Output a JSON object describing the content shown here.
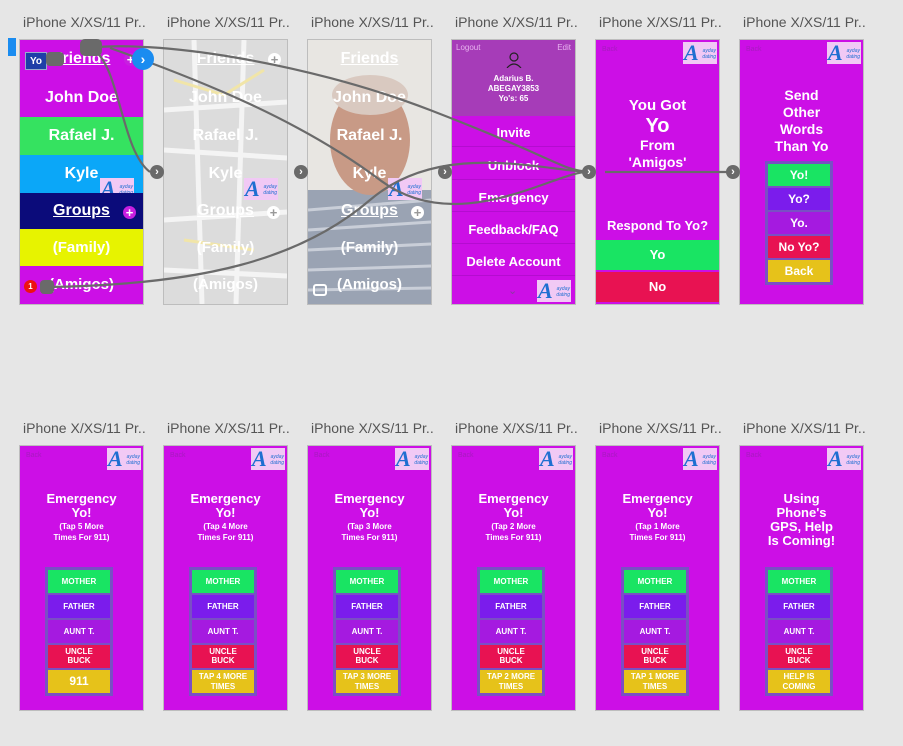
{
  "artboard_title": "iPhone X/XS/11 Pr...",
  "colors": {
    "canvas": "#e6e6e6",
    "magenta": "#cc0fe6",
    "green": "#19e463",
    "blue": "#0ba7f8",
    "navy": "#0b0b7a",
    "yellow": "#e7f300",
    "violet": "#7b1cec",
    "red": "#e81252",
    "gold": "#e6c21a",
    "lightgreen": "#35e260"
  },
  "logo": {
    "letter": "A",
    "small_text": "ayday\ndating"
  },
  "screen1": {
    "yo_badge": "Yo",
    "items": [
      "Friends",
      "John Doe",
      "Rafael J.",
      "Kyle",
      "Groups",
      "(Family)",
      "(Amigos)"
    ],
    "notification_count": "1"
  },
  "screen4": {
    "logout": "Logout",
    "edit": "Edit",
    "username": "Adarius B.",
    "handle": "ABEGAY3853",
    "yos": "Yo's: 65",
    "menu": [
      "Invite",
      "Unblock",
      "Emergency",
      "Feedback/FAQ",
      "Delete Account"
    ]
  },
  "screen5": {
    "back": "Back",
    "line1": "You Got",
    "line2": "Yo",
    "line3": "From",
    "line4": "'Amigos'",
    "question": "Respond To Yo?",
    "yes": "Yo",
    "no": "No"
  },
  "screen6": {
    "back": "Back",
    "title": "Send\nOther\nWords\nThan Yo",
    "options": [
      "Yo!",
      "Yo?",
      "Yo.",
      "No Yo?",
      "Back"
    ]
  },
  "emergency": {
    "back": "Back",
    "title": "Emergency\nYo!",
    "contacts": [
      "MOTHER",
      "FATHER",
      "AUNT T.",
      "UNCLE\nBUCK"
    ],
    "screens": [
      {
        "subtitle": "(Tap 5 More\nTimes For 911)",
        "action": "911"
      },
      {
        "subtitle": "(Tap 4 More\nTimes For 911)",
        "action": "TAP 4 MORE\nTIMES"
      },
      {
        "subtitle": "(Tap 3 More\nTimes For 911)",
        "action": "TAP 3 MORE\nTIMES"
      },
      {
        "subtitle": "(Tap 2 More\nTimes For 911)",
        "action": "TAP 2 MORE\nTIMES"
      },
      {
        "subtitle": "(Tap 1 More\nTimes For 911)",
        "action": "TAP 1 MORE\nTIMES"
      }
    ],
    "gps_title": "Using\nPhone's\nGPS, Help\nIs Coming!",
    "gps_action": "HELP IS\nCOMING"
  }
}
